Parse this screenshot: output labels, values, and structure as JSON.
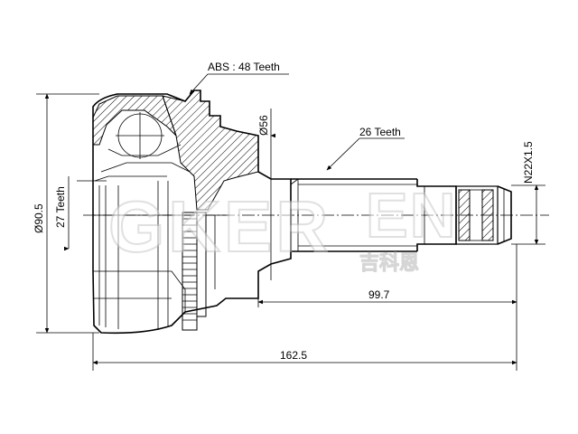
{
  "labels": {
    "abs_teeth": "ABS : 48 Teeth",
    "spline_outer_teeth": "26 Teeth",
    "spline_inner_teeth": "27 Teeth",
    "diameter_stem": "Ø56",
    "thread": "N22X1.5",
    "diameter_outer": "Ø90.5",
    "length_shaft": "99.7",
    "length_total": "162.5"
  },
  "watermark": {
    "brand": "GKER",
    "brand_tail": "EN",
    "chinese": "吉科恩"
  },
  "colors": {
    "line": "#000000",
    "watermark": "#c8c8c8",
    "background": "#ffffff"
  }
}
